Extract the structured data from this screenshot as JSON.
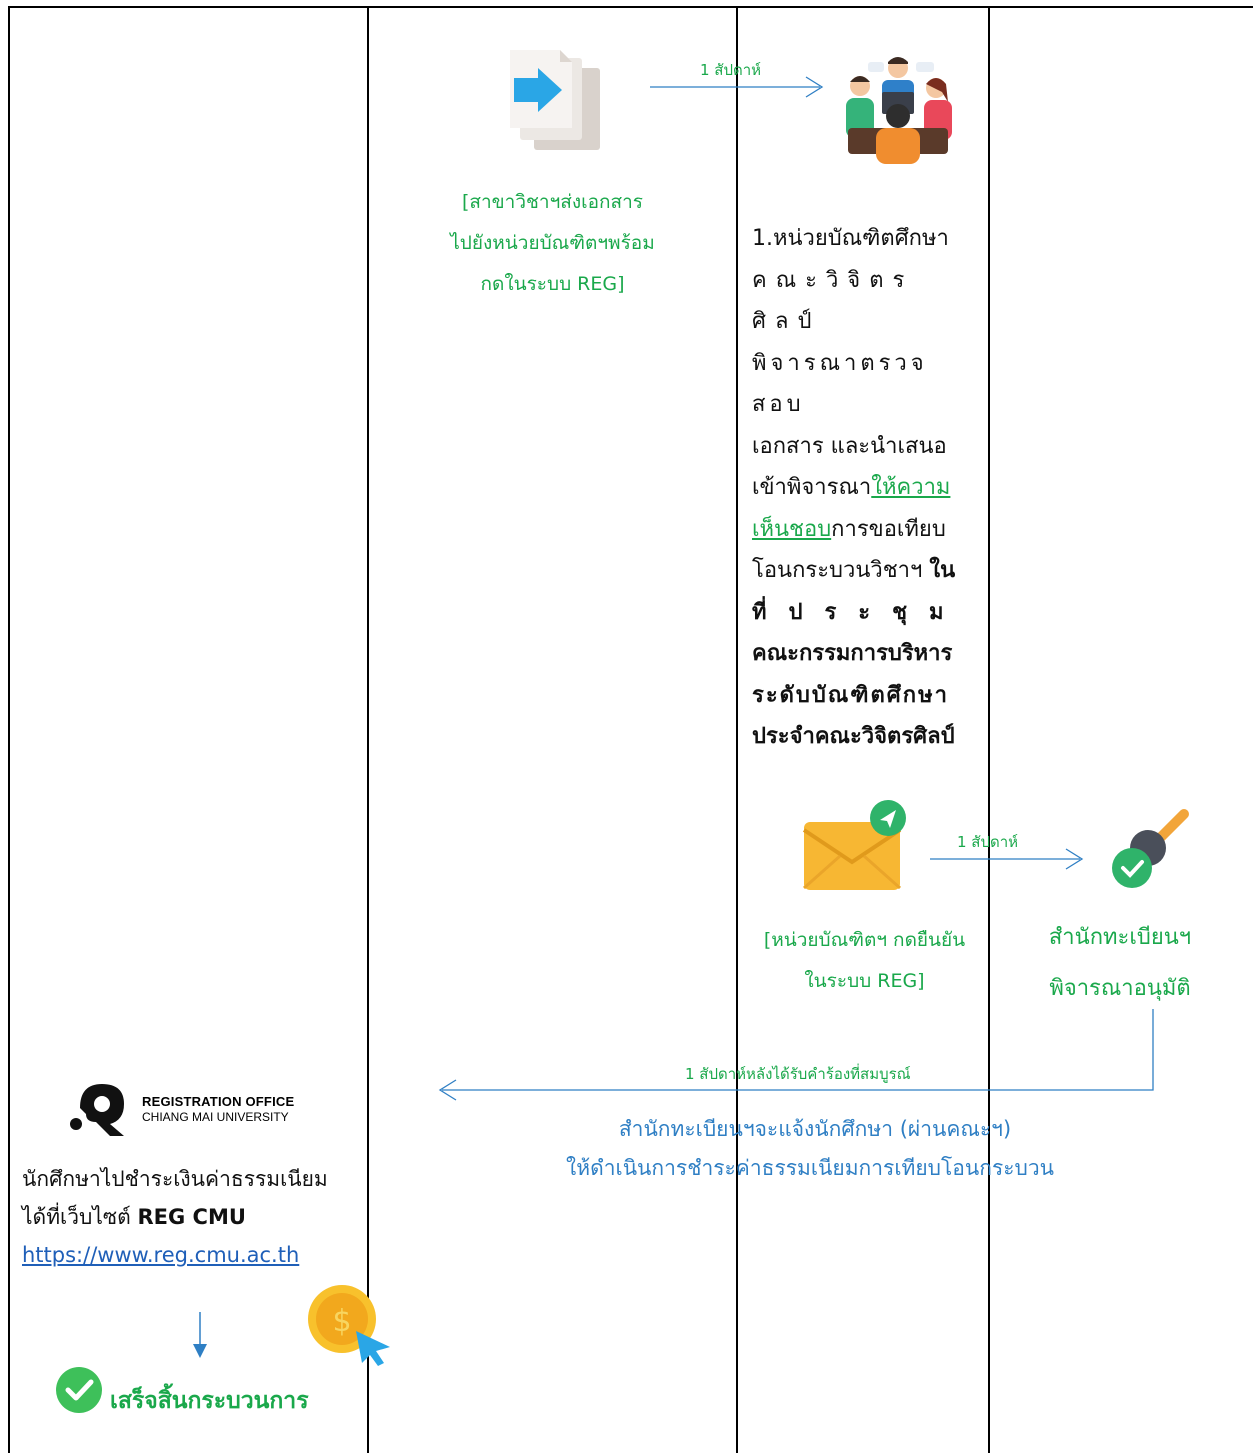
{
  "steps": {
    "dept_send": {
      "caption_lines": [
        "[สาขาวิชาฯส่งเอกสาร",
        "ไปยังหน่วยบัณฑิตฯพร้อม",
        "กดในระบบ REG]"
      ],
      "arrow_label": "1 สัปดาห์"
    },
    "grad_unit": {
      "line1": "1.หน่วยบัณฑิตศึกษา",
      "line2": "คณะวิจิตรศิลป์",
      "line3": "พิจารณาตรวจสอบ",
      "line4": "เอกสาร และนำเสนอ",
      "line5_a": "เข้าพิจารณา",
      "line5_b": "ให้ความ",
      "line6_a": "เห็นชอบ",
      "line6_b": "การขอเทียบ",
      "line7_a": "โอนกระบวนวิชาฯ ",
      "line7_b": "ใน",
      "line8": "ที่ประชุม",
      "line9": "คณะกรรมการบริหาร",
      "line10": "ระดับบัณฑิตศึกษา",
      "line11": "ประจำคณะวิจิตรศิลป์"
    },
    "grad_confirm": {
      "caption_lines": [
        "[หน่วยบัณฑิตฯ กดยืนยัน",
        "ในระบบ REG]"
      ],
      "arrow_label": "1 สัปดาห์"
    },
    "registrar_approve": {
      "caption_lines": [
        "สำนักทะเบียนฯ",
        "พิจารณาอนุมัติ"
      ]
    },
    "notify": {
      "arrow_label": "1 สัปดาห์หลังได้รับคำร้องที่สมบูรณ์",
      "text_lines": [
        "สำนักทะเบียนฯจะแจ้งนักศึกษา (ผ่านคณะฯ)",
        "ให้ดำเนินการชำระค่าธรรมเนียมการเทียบโอนกระบวน"
      ]
    },
    "student_pay": {
      "logo_title": "REGISTRATION OFFICE",
      "logo_subtitle": "CHIANG MAI UNIVERSITY",
      "line1": "นักศึกษาไปชำระเงินค่าธรรมเนียม",
      "line2_a": "ได้ที่เว็บไซต์ ",
      "line2_b": "REG CMU",
      "url": "https://www.reg.cmu.ac.th",
      "done_label": "เสร็จสิ้นกระบวนการ"
    }
  },
  "colors": {
    "green": "#1aa84b",
    "blue": "#2f7fc4",
    "border": "#000000"
  },
  "icons": [
    "document-forward-icon",
    "meeting-people-icon",
    "mail-sent-icon",
    "approval-stamp-icon",
    "registration-office-logo",
    "coin-click-icon",
    "check-circle-icon"
  ]
}
